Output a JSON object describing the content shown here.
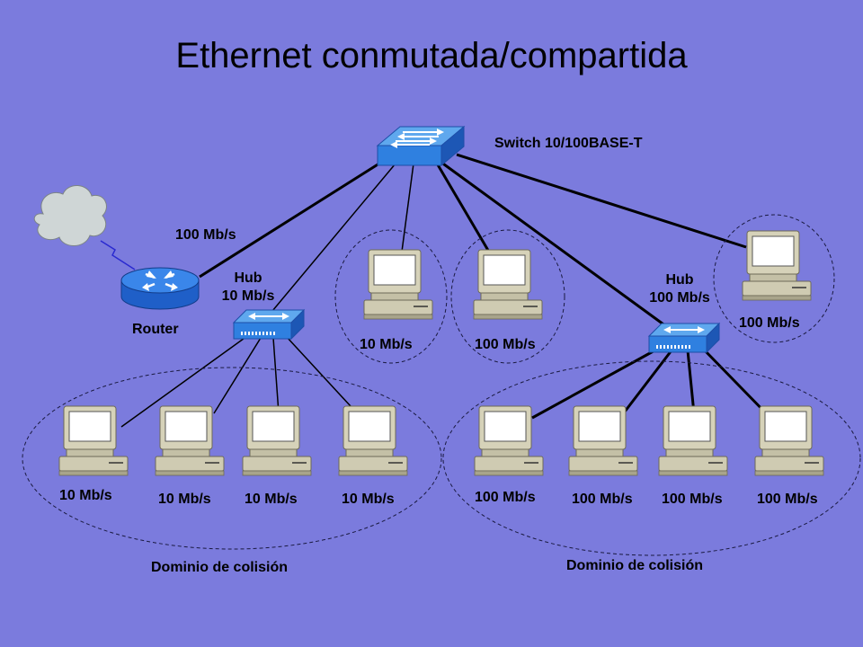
{
  "title": "Ethernet conmutada/compartida",
  "switch": {
    "label": "Switch 10/100BASE-T",
    "icon": "switch-icon"
  },
  "router": {
    "label": "Router",
    "icon": "router-icon"
  },
  "cloud": {
    "icon": "cloud-icon"
  },
  "router_link_label": "100 Mb/s",
  "hub_left": {
    "title": "Hub",
    "speed": "10 Mb/s",
    "icon": "hub-icon"
  },
  "hub_right": {
    "title": "Hub",
    "speed": "100 Mb/s",
    "icon": "hub-icon"
  },
  "switched_hosts": [
    {
      "label": "10 Mb/s"
    },
    {
      "label": "100 Mb/s"
    },
    {
      "label": "100 Mb/s"
    }
  ],
  "left_hosts": [
    {
      "label": "10 Mb/s"
    },
    {
      "label": "10 Mb/s"
    },
    {
      "label": "10 Mb/s"
    },
    {
      "label": "10 Mb/s"
    }
  ],
  "right_hosts": [
    {
      "label": "100 Mb/s"
    },
    {
      "label": "100 Mb/s"
    },
    {
      "label": "100 Mb/s"
    },
    {
      "label": "100 Mb/s"
    }
  ],
  "domain_left": "Dominio de colisión",
  "domain_right": "Dominio de colisión",
  "colors": {
    "background": "#7b7bdd",
    "device_blue": "#2f6fd6",
    "pc_beige": "#cfcbb2",
    "cloud": "#cfd6d6",
    "cloud_link": "#2a2ad0",
    "line": "#000000"
  }
}
